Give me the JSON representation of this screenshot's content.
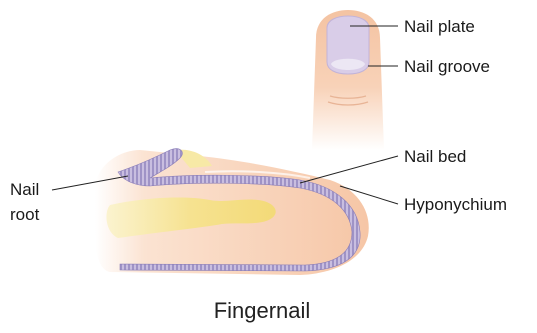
{
  "labels": {
    "nail_plate": "Nail plate",
    "nail_groove": "Nail groove",
    "nail_bed": "Nail bed",
    "nail_root_line1": "Nail",
    "nail_root_line2": "root",
    "hyponychium": "Hyponychium"
  },
  "caption": "Fingernail",
  "colors": {
    "skin": "#f6c9a8",
    "skin_light": "#fbe3cf",
    "nail": "#cfc4e2",
    "nail_stripe": "#9b8fc2",
    "bone": "#f5e08a",
    "bone_light": "#fbf1c4",
    "lunula": "#e9e3f2"
  }
}
